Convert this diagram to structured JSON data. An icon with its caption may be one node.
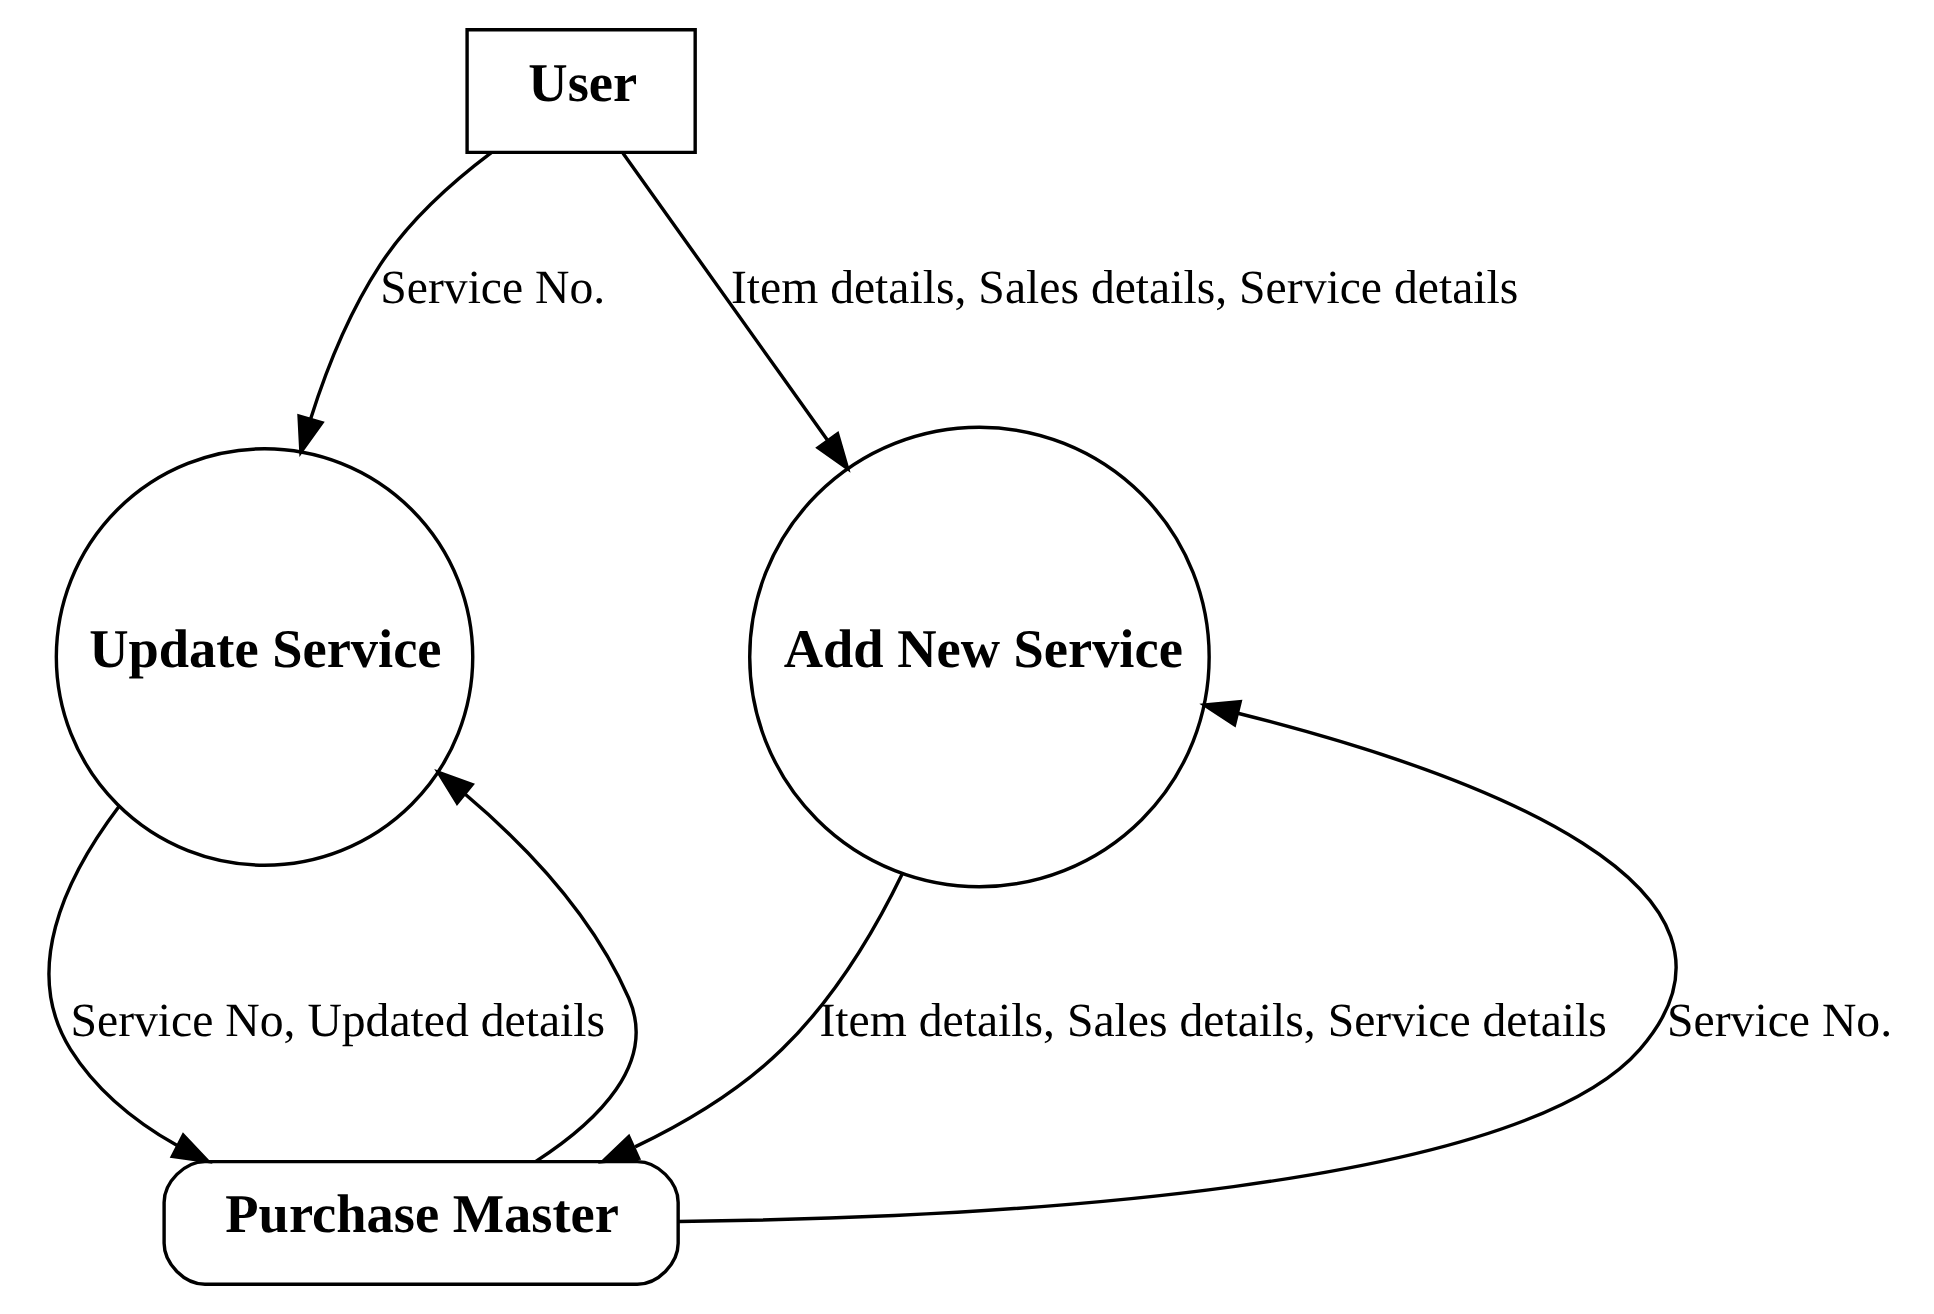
{
  "diagram": {
    "nodes": [
      {
        "text": [
          "User"
        ]
      },
      {
        "text": [
          "Update Service"
        ]
      },
      {
        "text": [
          "Add New Service"
        ]
      },
      {
        "text": [
          "Purchase Master"
        ]
      }
    ],
    "edges": [
      {
        "from": 0,
        "to": 1,
        "arrow": "to",
        "label": "Service No."
      },
      {
        "from": 0,
        "to": 2,
        "arrow": "to",
        "label": "Item details, Sales details, Service details"
      },
      {
        "from": 1,
        "to": 3,
        "arrow": "to",
        "label": "Service No, Updated details"
      },
      {
        "from": 2,
        "to": 3,
        "arrow": "to",
        "label": "Item details, Sales details, Service details"
      },
      {
        "from": 3,
        "to": 1,
        "arrow": "to"
      },
      {
        "from": 3,
        "to": 2,
        "arrow": "to",
        "label": "Service No."
      }
    ]
  }
}
